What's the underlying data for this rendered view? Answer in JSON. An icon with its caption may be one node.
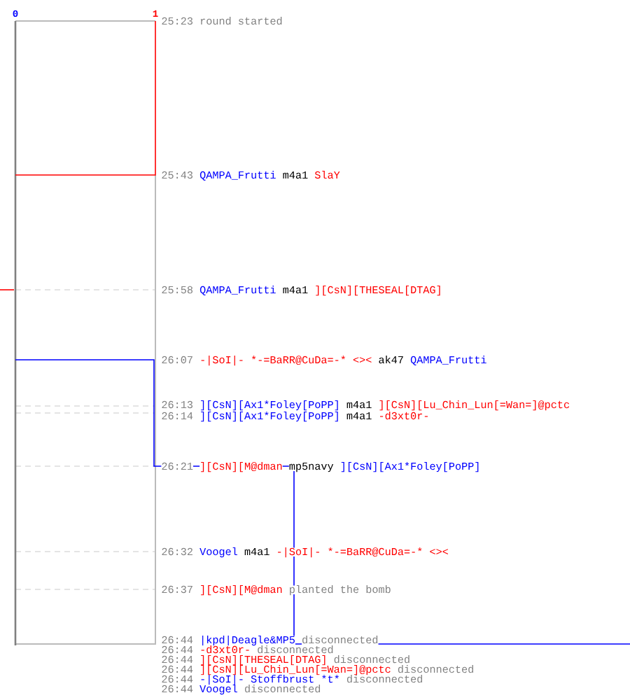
{
  "diagram": {
    "labels": [
      "0",
      "1",
      "25:23",
      "round started",
      "25:43",
      "QAMPA_Frutti",
      "m4a1",
      "SlaY",
      "25:58",
      "QAMPA_Frutti",
      "m4a1",
      "][CsN][THESEAL[DTAG]",
      "26:07",
      "-|SoI|- *-=BaRR@CuDa=-",
      "* <><",
      "ak47",
      "QAMPA_Frutti",
      "26:13",
      "][CsN][Ax1*Foley[PoPP]",
      "m4a1",
      "][CsN][Lu_Chin_Lun[=Wan=]@pctc",
      "26:14",
      "][CsN][Ax1*Foley[PoPP]",
      "m4a1",
      "-d3xt0r-",
      "26:21",
      "][CsN][M@dman",
      "mp5navy",
      "][CsN][Ax1*Foley[PoPP]",
      "26:32",
      "Voogel",
      "m4a1",
      "-|SoI|- *-=BaRR@CuDa=-",
      "* <><",
      "26:37",
      "][CsN][M@dman",
      "planted the bomb",
      "26:44",
      "|kpd|Deagle&MP5",
      "disconnected",
      "26:44",
      "-d3xt0r-",
      "disconnected",
      "26:44",
      "][CsN][THESEAL[DTAG]",
      "disconnected",
      "26:44",
      "][CsN][Lu_Chin_Lun[=Wan=]@pctc",
      "disconnected",
      "26:44",
      "-|SoI|- Stoffbrust *t",
      "*",
      "disconnected",
      "26:44",
      "Voogel",
      "disconnected"
    ]
  }
}
